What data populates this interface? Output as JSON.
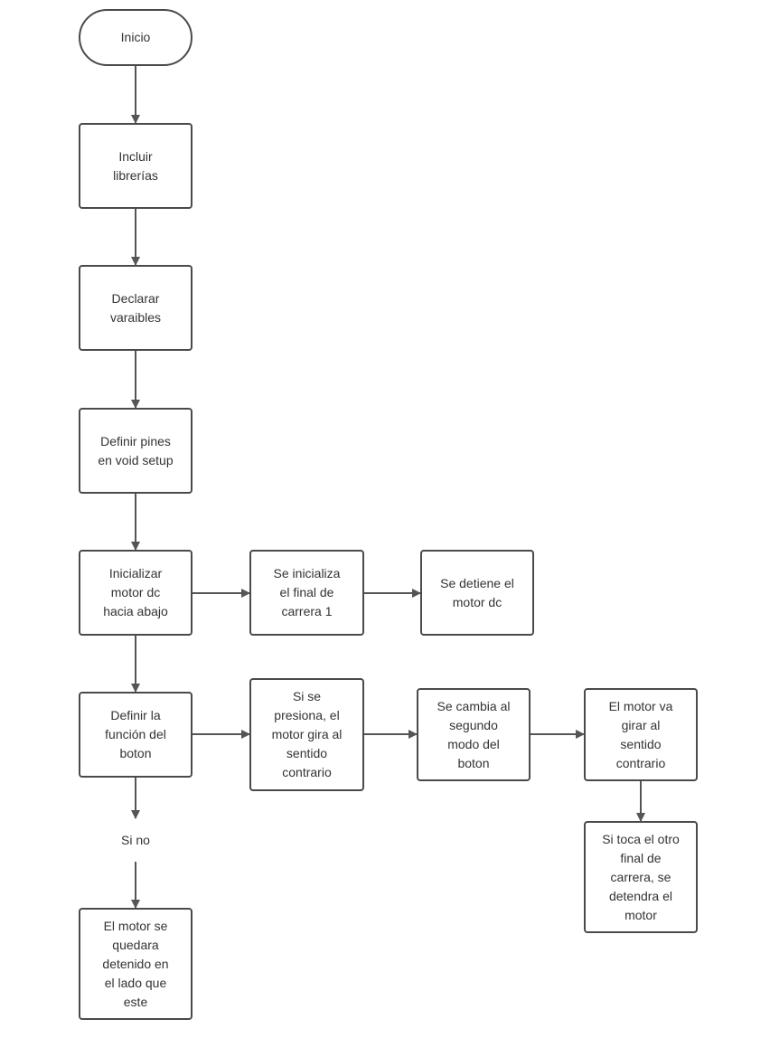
{
  "diagram": {
    "nodes": {
      "inicio": {
        "label": "Inicio"
      },
      "librerias": {
        "label": "Incluir\nlibrerías"
      },
      "variables": {
        "label": "Declarar\nvaraibles"
      },
      "pines": {
        "label": "Definir pines\nen void setup"
      },
      "motor_abajo": {
        "label": "Inicializar\nmotor dc\nhacia abajo"
      },
      "final1": {
        "label": "Se inicializa\nel final de\ncarrera 1"
      },
      "detiene": {
        "label": "Se detiene el\nmotor dc"
      },
      "funcion_boton": {
        "label": "Definir la\nfunción del\nboton"
      },
      "presiona": {
        "label": "Si se\npresiona, el\nmotor gira al\nsentido\ncontrario"
      },
      "segundo_modo": {
        "label": "Se cambia al\nsegundo\nmodo del\nboton"
      },
      "girar": {
        "label": "El motor va\ngirar al\nsentido\ncontrario"
      },
      "si_no": {
        "label": "Si no"
      },
      "toca_final": {
        "label": "Si toca el otro\nfinal de\ncarrera, se\ndetendra el\nmotor"
      },
      "detenido": {
        "label": "El motor se\nquedara\ndetenido en\nel lado que\neste"
      }
    },
    "edges": [
      {
        "from": "inicio",
        "to": "librerias"
      },
      {
        "from": "librerias",
        "to": "variables"
      },
      {
        "from": "variables",
        "to": "pines"
      },
      {
        "from": "pines",
        "to": "motor_abajo"
      },
      {
        "from": "motor_abajo",
        "to": "final1"
      },
      {
        "from": "final1",
        "to": "detiene"
      },
      {
        "from": "motor_abajo",
        "to": "funcion_boton"
      },
      {
        "from": "funcion_boton",
        "to": "presiona"
      },
      {
        "from": "presiona",
        "to": "segundo_modo"
      },
      {
        "from": "segundo_modo",
        "to": "girar"
      },
      {
        "from": "girar",
        "to": "toca_final"
      },
      {
        "from": "funcion_boton",
        "to": "si_no"
      },
      {
        "from": "si_no",
        "to": "detenido"
      }
    ]
  }
}
